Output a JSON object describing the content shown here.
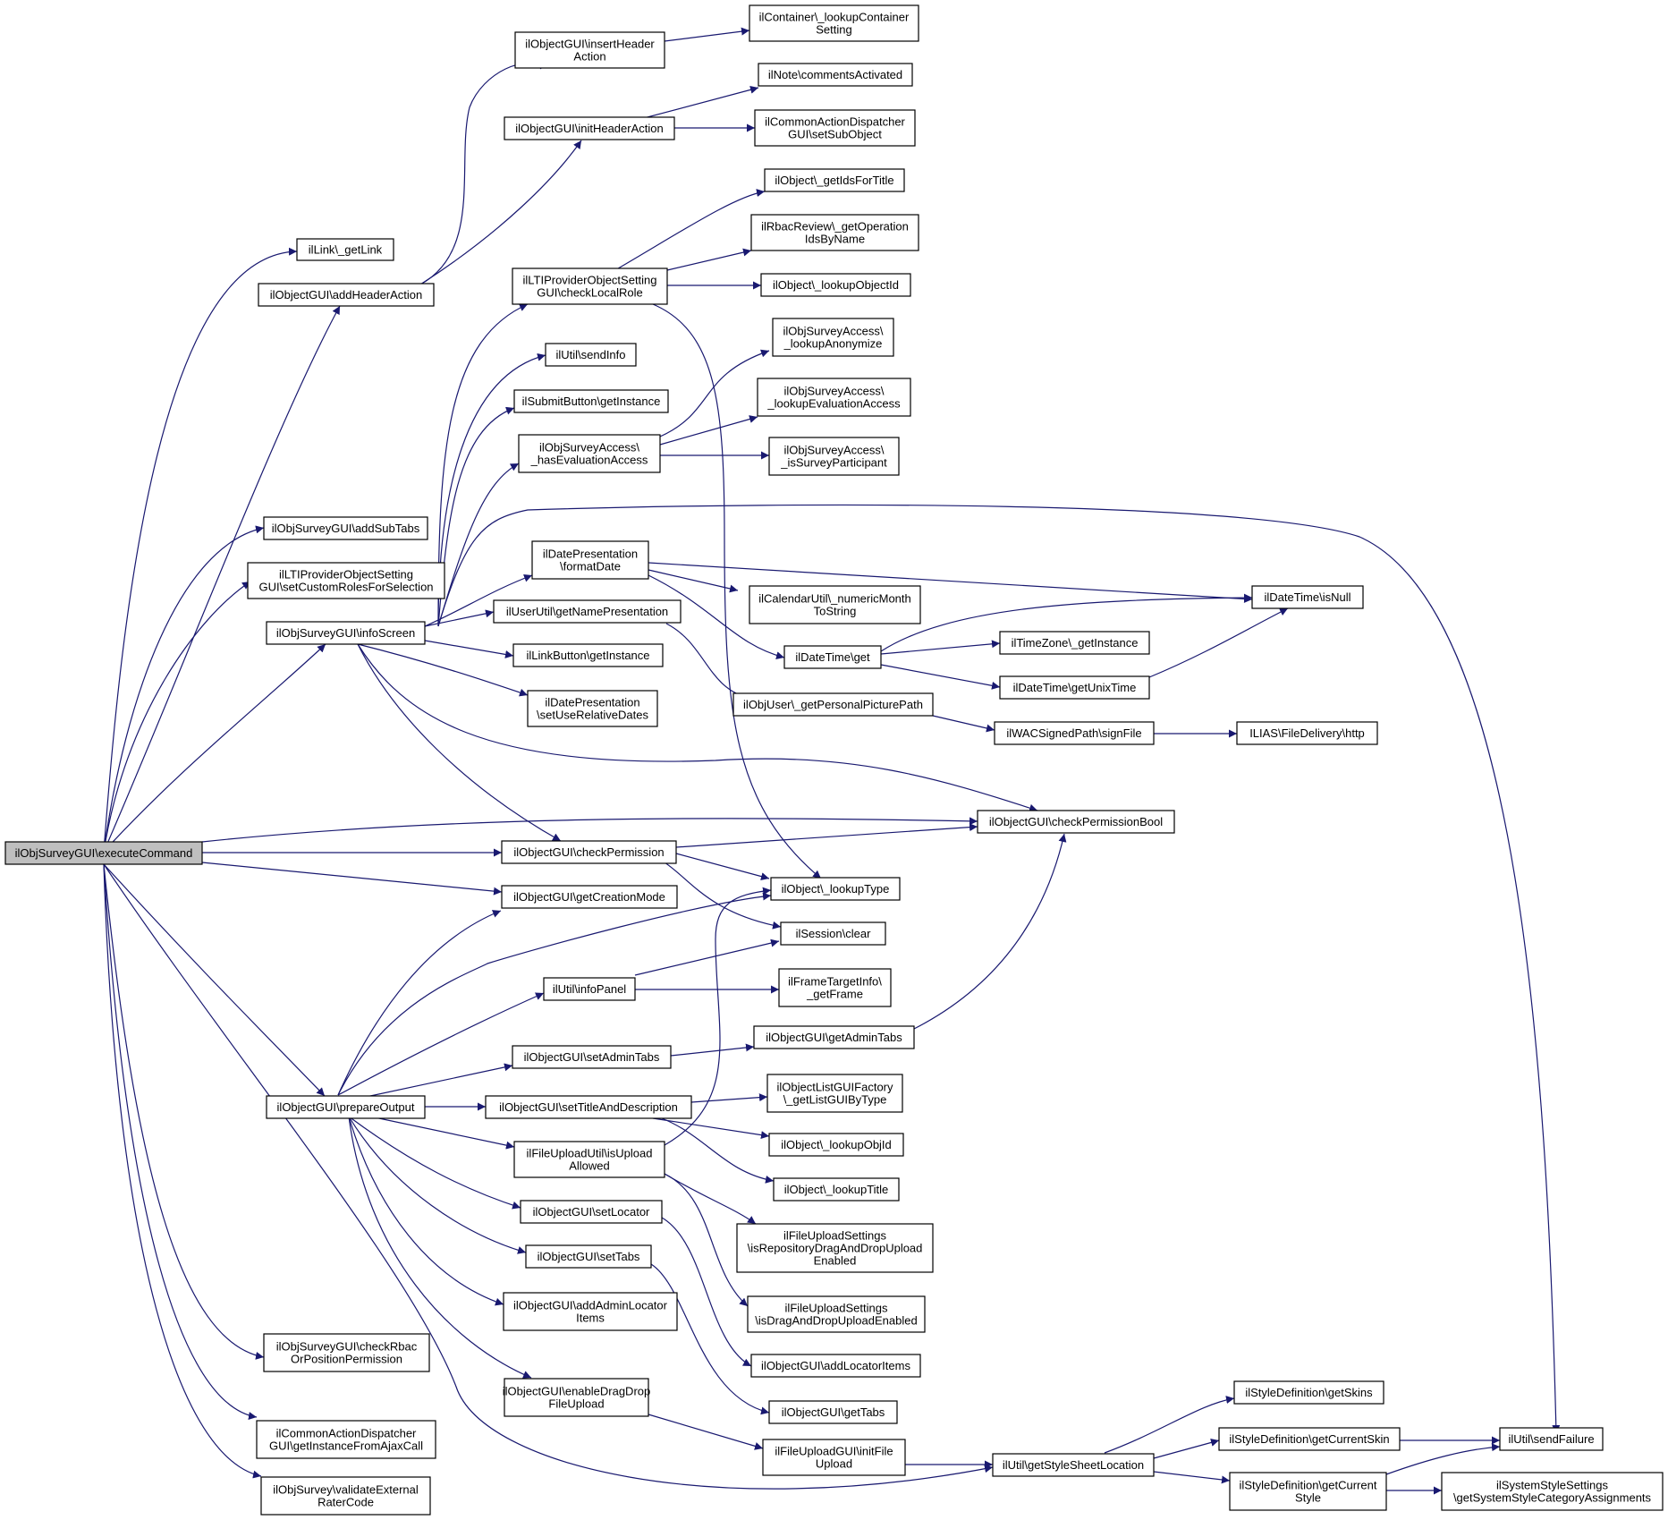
{
  "graph": {
    "type": "call-graph",
    "nodes": [
      {
        "id": "root",
        "lines": [
          "ilObjSurveyGUI\\executeCommand"
        ],
        "root": true
      },
      {
        "id": "getLink",
        "lines": [
          "ilLink\\_getLink"
        ]
      },
      {
        "id": "addHeaderAction",
        "lines": [
          "ilObjectGUI\\addHeaderAction"
        ]
      },
      {
        "id": "insertHeaderAction",
        "lines": [
          "ilObjectGUI\\insertHeader",
          "Action"
        ]
      },
      {
        "id": "lookupContainerSetting",
        "lines": [
          "ilContainer\\_lookupContainer",
          "Setting"
        ]
      },
      {
        "id": "initHeaderAction",
        "lines": [
          "ilObjectGUI\\initHeaderAction"
        ]
      },
      {
        "id": "commentsActivated",
        "lines": [
          "ilNote\\commentsActivated"
        ]
      },
      {
        "id": "setSubObject",
        "lines": [
          "ilCommonActionDispatcher",
          "GUI\\setSubObject"
        ]
      },
      {
        "id": "getIdsForTitle",
        "lines": [
          "ilObject\\_getIdsForTitle"
        ]
      },
      {
        "id": "getOperationIdsByName",
        "lines": [
          "ilRbacReview\\_getOperation",
          "IdsByName"
        ]
      },
      {
        "id": "checkLocalRole",
        "lines": [
          "ilLTIProviderObjectSetting",
          "GUI\\checkLocalRole"
        ]
      },
      {
        "id": "lookupObjectId",
        "lines": [
          "ilObject\\_lookupObjectId"
        ]
      },
      {
        "id": "sendInfo",
        "lines": [
          "ilUtil\\sendInfo"
        ]
      },
      {
        "id": "lookupAnonymize",
        "lines": [
          "ilObjSurveyAccess\\",
          "_lookupAnonymize"
        ]
      },
      {
        "id": "submitGetInstance",
        "lines": [
          "ilSubmitButton\\getInstance"
        ]
      },
      {
        "id": "lookupEvaluationAccess",
        "lines": [
          "ilObjSurveyAccess\\",
          "_lookupEvaluationAccess"
        ]
      },
      {
        "id": "hasEvaluationAccess",
        "lines": [
          "ilObjSurveyAccess\\",
          "_hasEvaluationAccess"
        ]
      },
      {
        "id": "isSurveyParticipant",
        "lines": [
          "ilObjSurveyAccess\\",
          "_isSurveyParticipant"
        ]
      },
      {
        "id": "addSubTabs",
        "lines": [
          "ilObjSurveyGUI\\addSubTabs"
        ]
      },
      {
        "id": "setCustomRoles",
        "lines": [
          "ilLTIProviderObjectSetting",
          "GUI\\setCustomRolesForSelection"
        ]
      },
      {
        "id": "formatDate",
        "lines": [
          "ilDatePresentation",
          "\\formatDate"
        ]
      },
      {
        "id": "dtIsNull",
        "lines": [
          "ilDateTime\\isNull"
        ]
      },
      {
        "id": "numericMonth",
        "lines": [
          "ilCalendarUtil\\_numericMonth",
          "ToString"
        ]
      },
      {
        "id": "infoScreen",
        "lines": [
          "ilObjSurveyGUI\\infoScreen"
        ]
      },
      {
        "id": "namePresentation",
        "lines": [
          "ilUserUtil\\getNamePresentation"
        ]
      },
      {
        "id": "dtGet",
        "lines": [
          "ilDateTime\\get"
        ]
      },
      {
        "id": "tzGetInstance",
        "lines": [
          "ilTimeZone\\_getInstance"
        ]
      },
      {
        "id": "linkGetInstance",
        "lines": [
          "ilLinkButton\\getInstance"
        ]
      },
      {
        "id": "getUnixTime",
        "lines": [
          "ilDateTime\\getUnixTime"
        ]
      },
      {
        "id": "setUseRelativeDates",
        "lines": [
          "ilDatePresentation",
          "\\setUseRelativeDates"
        ]
      },
      {
        "id": "getPersonalPicturePath",
        "lines": [
          "ilObjUser\\_getPersonalPicturePath"
        ]
      },
      {
        "id": "signFile",
        "lines": [
          "ilWACSignedPath\\signFile"
        ]
      },
      {
        "id": "fdHttp",
        "lines": [
          "ILIAS\\FileDelivery\\http"
        ]
      },
      {
        "id": "checkPermissionBool",
        "lines": [
          "ilObjectGUI\\checkPermissionBool"
        ]
      },
      {
        "id": "checkPermission",
        "lines": [
          "ilObjectGUI\\checkPermission"
        ]
      },
      {
        "id": "lookupType",
        "lines": [
          "ilObject\\_lookupType"
        ]
      },
      {
        "id": "getCreationMode",
        "lines": [
          "ilObjectGUI\\getCreationMode"
        ]
      },
      {
        "id": "sessionClear",
        "lines": [
          "ilSession\\clear"
        ]
      },
      {
        "id": "infoPanel",
        "lines": [
          "ilUtil\\infoPanel"
        ]
      },
      {
        "id": "getFrame",
        "lines": [
          "ilFrameTargetInfo\\",
          "_getFrame"
        ]
      },
      {
        "id": "getAdminTabs",
        "lines": [
          "ilObjectGUI\\getAdminTabs"
        ]
      },
      {
        "id": "setAdminTabs",
        "lines": [
          "ilObjectGUI\\setAdminTabs"
        ]
      },
      {
        "id": "getListGUIByType",
        "lines": [
          "ilObjectListGUIFactory",
          "\\_getListGUIByType"
        ]
      },
      {
        "id": "prepareOutput",
        "lines": [
          "ilObjectGUI\\prepareOutput"
        ]
      },
      {
        "id": "setTitleAndDescription",
        "lines": [
          "ilObjectGUI\\setTitleAndDescription"
        ]
      },
      {
        "id": "lookupObjId",
        "lines": [
          "ilObject\\_lookupObjId"
        ]
      },
      {
        "id": "isUploadAllowed",
        "lines": [
          "ilFileUploadUtil\\isUpload",
          "Allowed"
        ]
      },
      {
        "id": "lookupTitle",
        "lines": [
          "ilObject\\_lookupTitle"
        ]
      },
      {
        "id": "setLocator",
        "lines": [
          "ilObjectGUI\\setLocator"
        ]
      },
      {
        "id": "isRepoDnD",
        "lines": [
          "ilFileUploadSettings",
          "\\isRepositoryDragAndDropUpload",
          "Enabled"
        ]
      },
      {
        "id": "setTabs",
        "lines": [
          "ilObjectGUI\\setTabs"
        ]
      },
      {
        "id": "isDnD",
        "lines": [
          "ilFileUploadSettings",
          "\\isDragAndDropUploadEnabled"
        ]
      },
      {
        "id": "addAdminLocatorItems",
        "lines": [
          "ilObjectGUI\\addAdminLocator",
          "Items"
        ]
      },
      {
        "id": "addLocatorItems",
        "lines": [
          "ilObjectGUI\\addLocatorItems"
        ]
      },
      {
        "id": "checkRbac",
        "lines": [
          "ilObjSurveyGUI\\checkRbac",
          "OrPositionPermission"
        ]
      },
      {
        "id": "enableDragDrop",
        "lines": [
          "ilObjectGUI\\enableDragDrop",
          "FileUpload"
        ]
      },
      {
        "id": "getTabs",
        "lines": [
          "ilObjectGUI\\getTabs"
        ]
      },
      {
        "id": "getSkins",
        "lines": [
          "ilStyleDefinition\\getSkins"
        ]
      },
      {
        "id": "getInstanceFromAjax",
        "lines": [
          "ilCommonActionDispatcher",
          "GUI\\getInstanceFromAjaxCall"
        ]
      },
      {
        "id": "getCurrentSkin",
        "lines": [
          "ilStyleDefinition\\getCurrentSkin"
        ]
      },
      {
        "id": "sendFailure",
        "lines": [
          "ilUtil\\sendFailure"
        ]
      },
      {
        "id": "initFileUpload",
        "lines": [
          "ilFileUploadGUI\\initFile",
          "Upload"
        ]
      },
      {
        "id": "getStyleSheetLocation",
        "lines": [
          "ilUtil\\getStyleSheetLocation"
        ]
      },
      {
        "id": "validateExternal",
        "lines": [
          "ilObjSurvey\\validateExternal",
          "RaterCode"
        ]
      },
      {
        "id": "getCurrentStyle",
        "lines": [
          "ilStyleDefinition\\getCurrent",
          "Style"
        ]
      },
      {
        "id": "sysStyleSettings",
        "lines": [
          "ilSystemStyleSettings",
          "\\getSystemStyleCategoryAssignments"
        ]
      }
    ]
  }
}
